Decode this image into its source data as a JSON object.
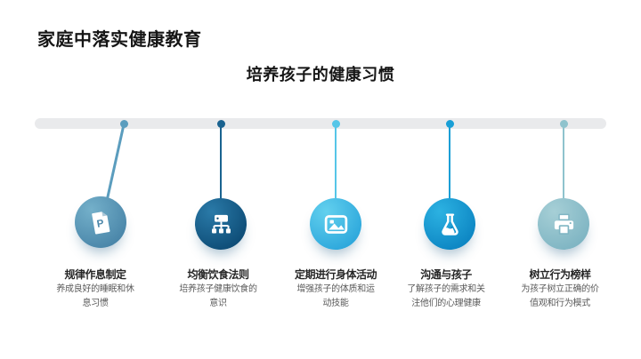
{
  "page": {
    "background": "#ffffff"
  },
  "header": {
    "title": "家庭中落实健康教育",
    "subtitle": "培养孩子的健康习惯"
  },
  "timeline": {
    "bar_color": "#e9eaec"
  },
  "items": [
    {
      "title": "规律作息制定",
      "description": "养成良好的睡眠和休息习惯",
      "icon": "document-p-icon",
      "color_light": "#74b0ca",
      "color_dark": "#4a86a9",
      "accent": "#5b9dbe"
    },
    {
      "title": "均衡饮食法则",
      "description": "培养孩子健康饮食的意识",
      "icon": "org-chart-icon",
      "color_light": "#2a7aa8",
      "color_dark": "#0e4d77",
      "accent": "#1a6390"
    },
    {
      "title": "定期进行身体活动",
      "description": "增强孩子的体质和运动技能",
      "icon": "picture-icon",
      "color_light": "#62d0ee",
      "color_dark": "#2ea8dc",
      "accent": "#56c6e8"
    },
    {
      "title": "沟通与孩子",
      "description": "了解孩子的需求和关注他们的心理健康",
      "icon": "flask-icon",
      "color_light": "#2cb2e2",
      "color_dark": "#0d86c3",
      "accent": "#199fd6"
    },
    {
      "title": "树立行为榜样",
      "description": "为孩子树立正确的价值观和行为模式",
      "icon": "printer-icon",
      "color_light": "#a6cfd6",
      "color_dark": "#7fb5c3",
      "accent": "#8fc3cd"
    }
  ]
}
